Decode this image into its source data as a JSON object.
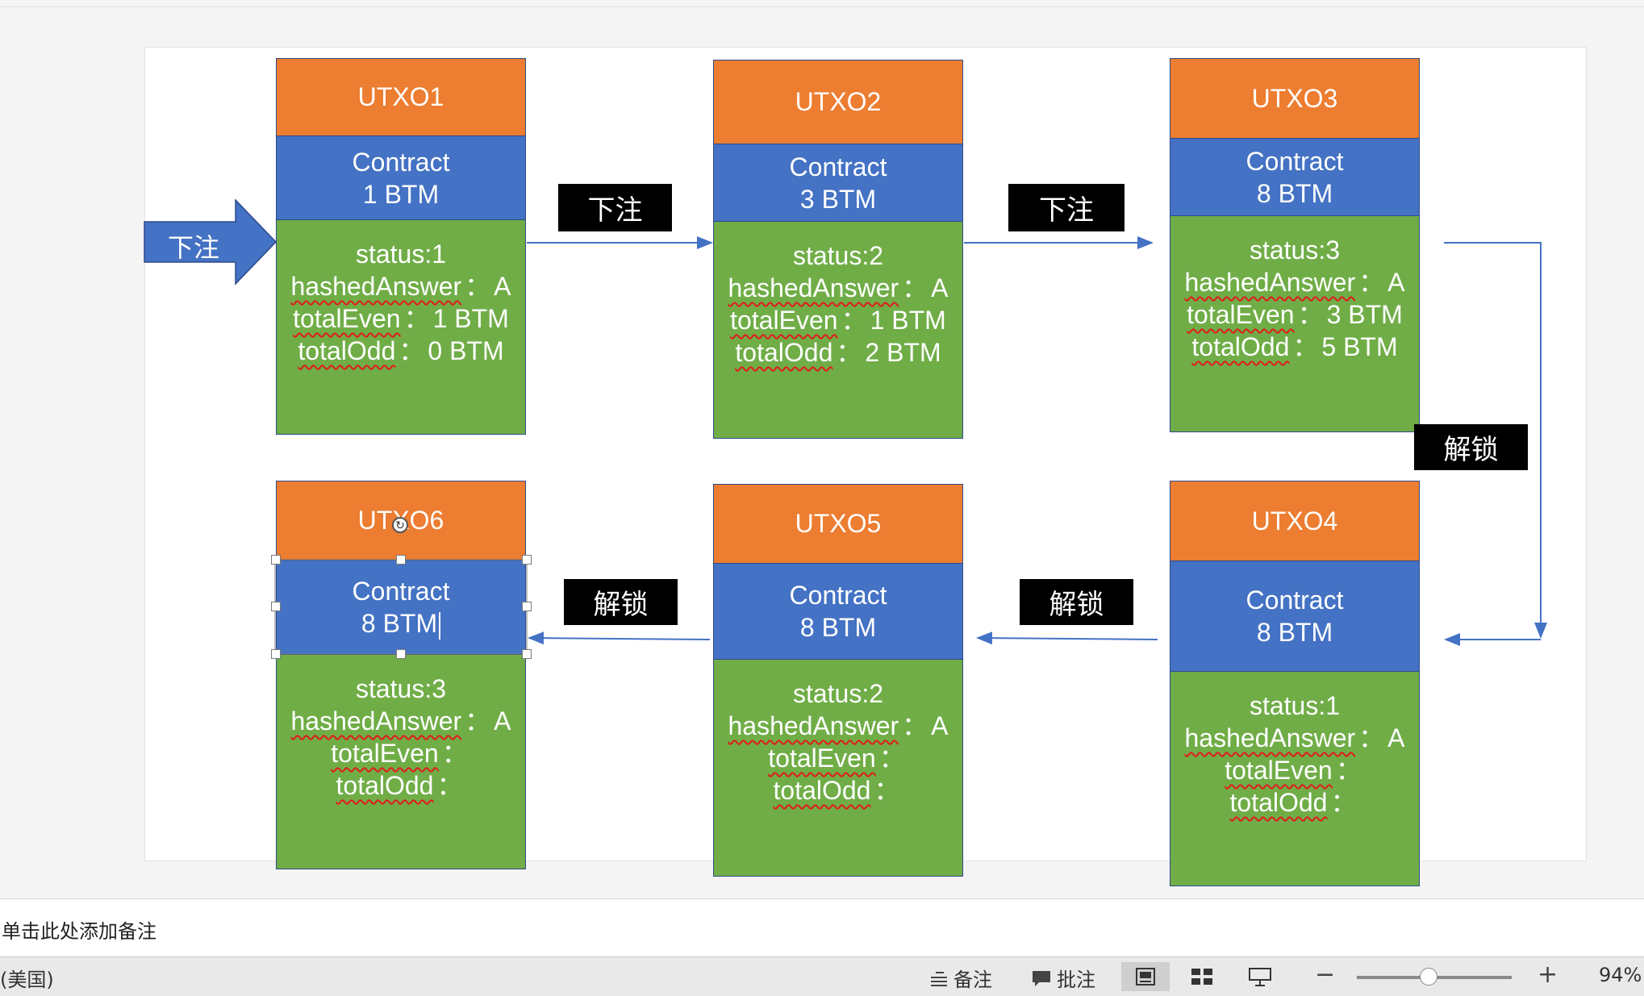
{
  "slide": {
    "utxos": [
      {
        "title": "UTXO1",
        "contract": "Contract",
        "amount": "1 BTM",
        "status": "status:1",
        "hashed_key": "hashedAnswer",
        "hashed_val": "A",
        "even_key": "totalEven",
        "even_val": "1 BTM",
        "odd_key": "totalOdd",
        "odd_val": "0 BTM"
      },
      {
        "title": "UTXO2",
        "contract": "Contract",
        "amount": "3 BTM",
        "status": "status:2",
        "hashed_key": "hashedAnswer",
        "hashed_val": "A",
        "even_key": "totalEven",
        "even_val": "1 BTM",
        "odd_key": "totalOdd",
        "odd_val": "2 BTM"
      },
      {
        "title": "UTXO3",
        "contract": "Contract",
        "amount": "8 BTM",
        "status": "status:3",
        "hashed_key": "hashedAnswer",
        "hashed_val": "A",
        "even_key": "totalEven",
        "even_val": "3 BTM",
        "odd_key": "totalOdd",
        "odd_val": "5 BTM"
      },
      {
        "title": "UTXO4",
        "contract": "Contract",
        "amount": "8 BTM",
        "status": "status:1",
        "hashed_key": "hashedAnswer",
        "hashed_val": "A",
        "even_key": "totalEven",
        "even_val": "",
        "odd_key": "totalOdd",
        "odd_val": ""
      },
      {
        "title": "UTXO5",
        "contract": "Contract",
        "amount": "8 BTM",
        "status": "status:2",
        "hashed_key": "hashedAnswer",
        "hashed_val": "A",
        "even_key": "totalEven",
        "even_val": "",
        "odd_key": "totalOdd",
        "odd_val": ""
      },
      {
        "title": "UTXO6",
        "contract": "Contract",
        "amount": "8 BTM",
        "status": "status:3",
        "hashed_key": "hashedAnswer",
        "hashed_val": "A",
        "even_key": "totalEven",
        "even_val": "",
        "odd_key": "totalOdd",
        "odd_val": ""
      }
    ],
    "colon": "：",
    "entry_arrow_label": "下注",
    "labels": {
      "bet1": "下注",
      "bet2": "下注",
      "unlock1": "解锁",
      "unlock2": "解锁",
      "unlock3": "解锁"
    }
  },
  "notes": {
    "placeholder": "单击此处添加备注"
  },
  "statusbar": {
    "language": "(美国)",
    "notes_btn": "备注",
    "comments_btn": "批注",
    "zoom_out": "−",
    "zoom_in": "+",
    "zoom": "94%"
  },
  "colors": {
    "header": "#ed7d31",
    "contract": "#4472c4",
    "body": "#70ad47",
    "arrow": "#4472c4",
    "label_bg": "#000000"
  }
}
